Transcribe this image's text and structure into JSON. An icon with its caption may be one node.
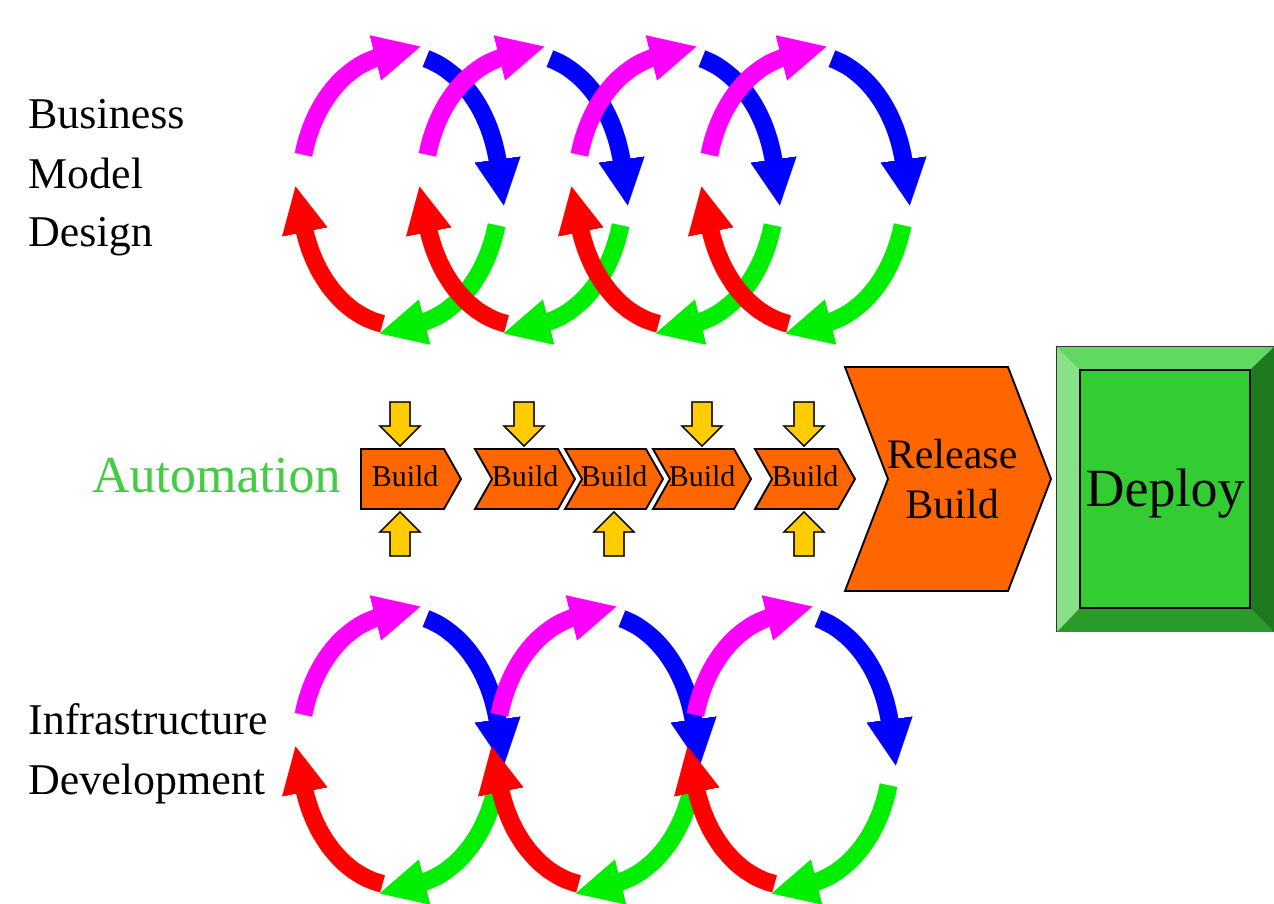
{
  "diagram": {
    "nodes": [
      {
        "text": [
          "Build"
        ]
      },
      {
        "text": [
          "Build"
        ]
      },
      {
        "text": [
          "Build"
        ]
      },
      {
        "text": [
          "Build"
        ]
      },
      {
        "text": [
          "Build"
        ]
      },
      {
        "text": [
          "Release Build"
        ]
      },
      {
        "text": [
          "Deploy"
        ]
      }
    ],
    "edges": [
      {
        "from": null,
        "to": 0,
        "arrow": "to"
      },
      {
        "from": null,
        "to": 1,
        "arrow": "to"
      },
      {
        "from": null,
        "to": 3,
        "arrow": "to"
      },
      {
        "from": null,
        "to": 4,
        "arrow": "to"
      },
      {
        "from": null,
        "to": 0,
        "arrow": "to"
      },
      {
        "from": null,
        "to": 2,
        "arrow": "to"
      },
      {
        "from": null,
        "to": 4,
        "arrow": "to"
      }
    ],
    "labels": [
      "Business Model Design",
      "Automation",
      "Infrastructure Development"
    ]
  }
}
